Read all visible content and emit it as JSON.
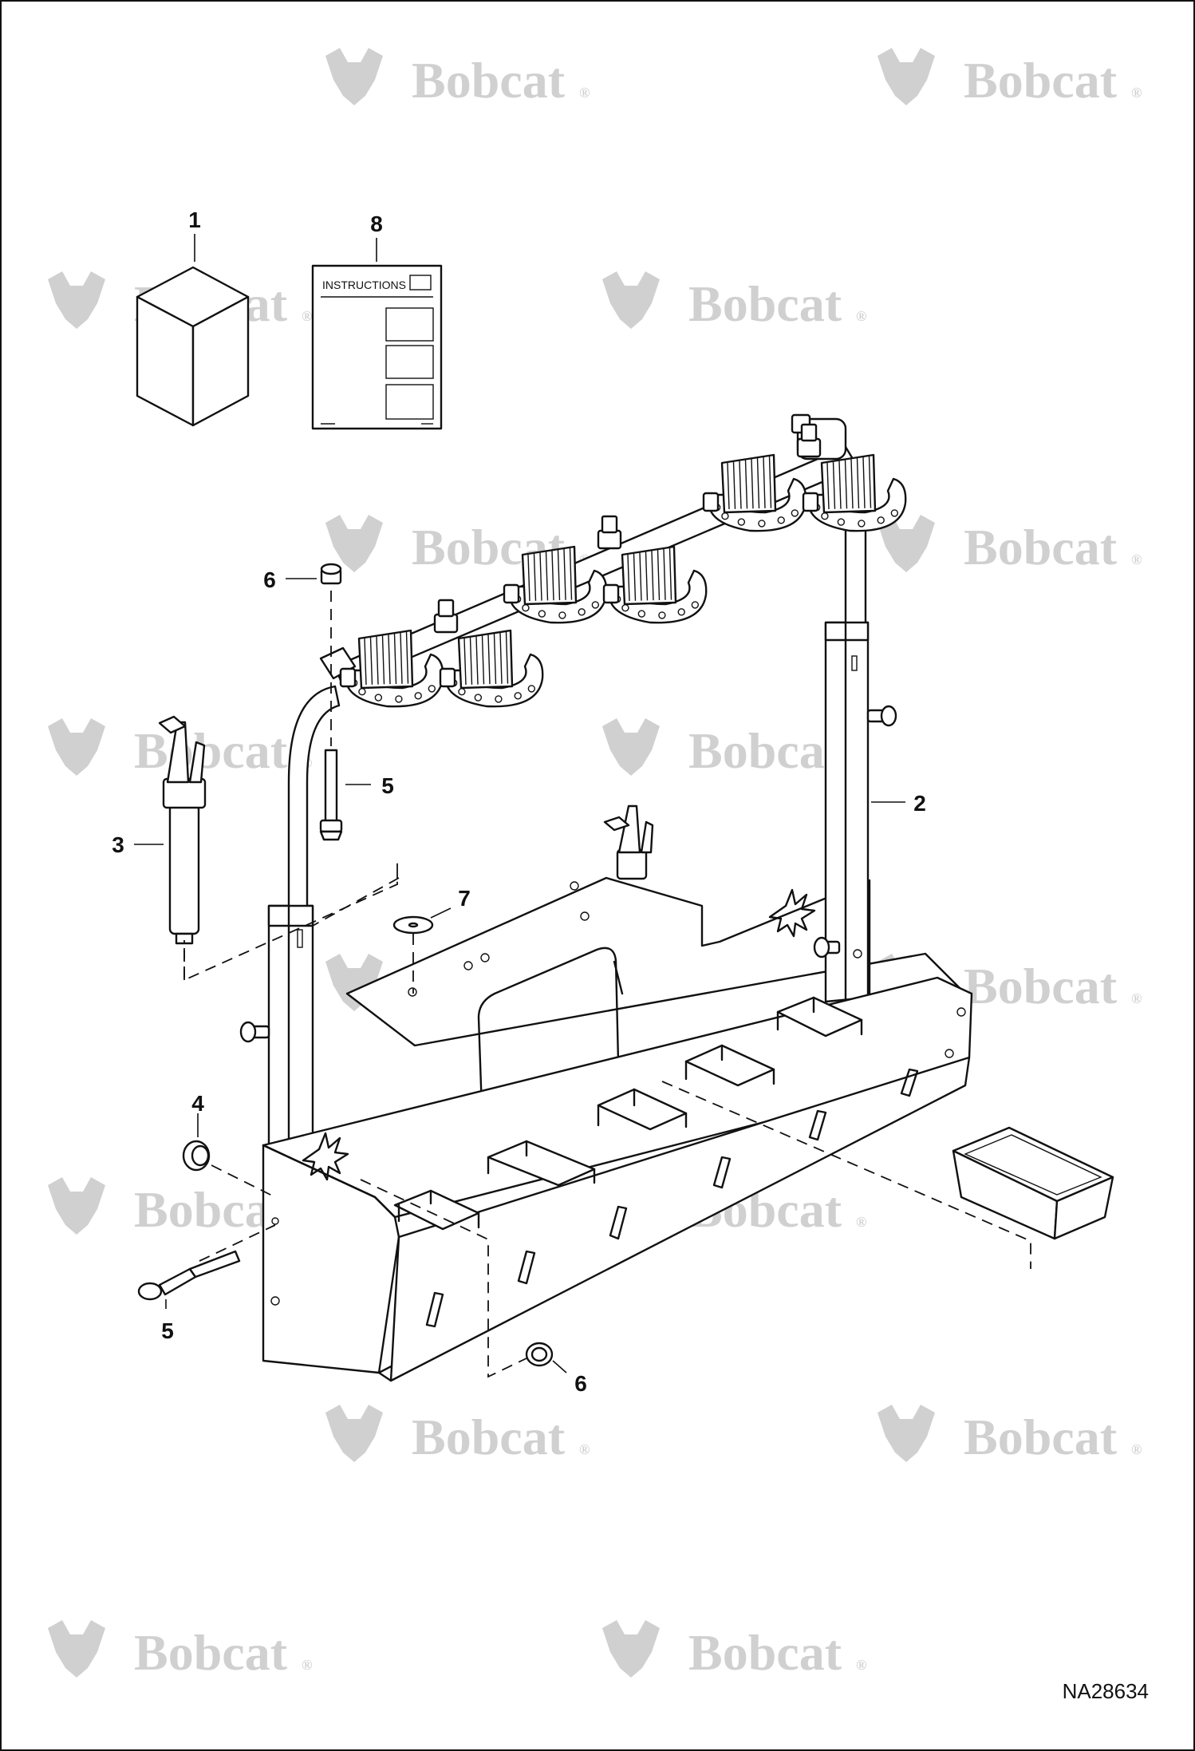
{
  "watermark": {
    "brand": "Bobcat",
    "mark": "®",
    "color": "#d0d0d0"
  },
  "instructions_sheet": {
    "header": "INSTRUCTIONS"
  },
  "callouts": [
    {
      "id": "callout-1",
      "label": "1",
      "part": "kit-package"
    },
    {
      "id": "callout-8",
      "label": "8",
      "part": "instruction-sheet"
    },
    {
      "id": "callout-6-top",
      "label": "6",
      "part": "nut"
    },
    {
      "id": "callout-5-top",
      "label": "5",
      "part": "bolt"
    },
    {
      "id": "callout-3",
      "label": "3",
      "part": "holder-clip"
    },
    {
      "id": "callout-2",
      "label": "2",
      "part": "rack-assembly"
    },
    {
      "id": "callout-7",
      "label": "7",
      "part": "washer"
    },
    {
      "id": "callout-4",
      "label": "4",
      "part": "plug"
    },
    {
      "id": "callout-5-bottom",
      "label": "5",
      "part": "bolt"
    },
    {
      "id": "callout-6-bottom",
      "label": "6",
      "part": "nut"
    }
  ],
  "drawing_number": "NA28634"
}
